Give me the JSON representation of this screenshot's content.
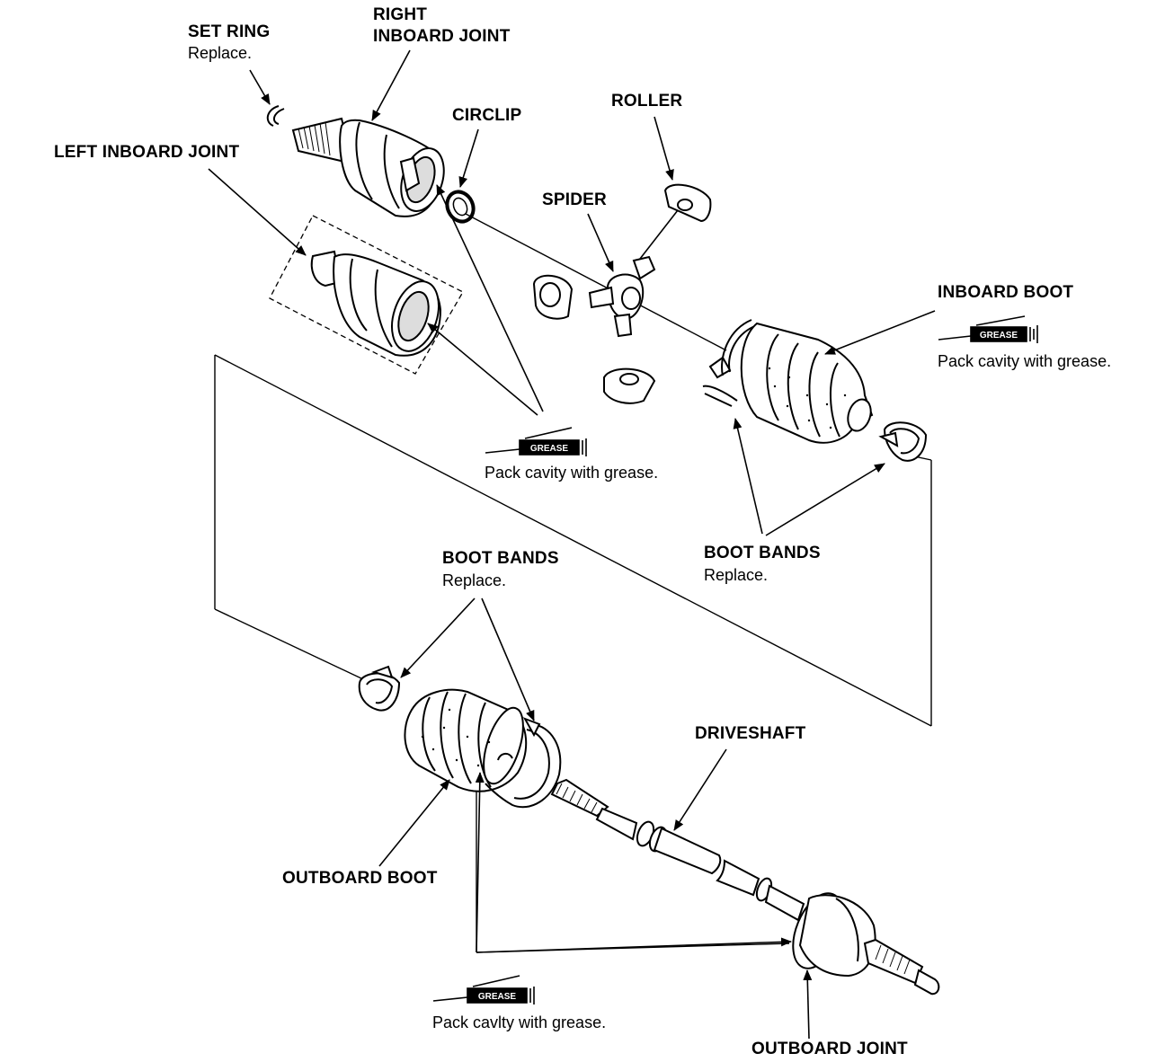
{
  "labels": {
    "set_ring": "SET RING",
    "set_ring_note": "Replace.",
    "right_inboard_joint_1": "RIGHT",
    "right_inboard_joint_2": "INBOARD JOINT",
    "circlip": "CIRCLIP",
    "roller": "ROLLER",
    "spider": "SPIDER",
    "left_inboard_joint": "LEFT INBOARD JOINT",
    "inboard_boot": "INBOARD BOOT",
    "boot_bands_upper": "BOOT BANDS",
    "boot_bands_upper_note": "Replace.",
    "boot_bands_lower": "BOOT BANDS",
    "boot_bands_lower_note": "Replace.",
    "driveshaft": "DRIVESHAFT",
    "outboard_boot": "OUTBOARD BOOT",
    "outboard_joint": "OUTBOARD JOINT"
  },
  "grease_notes": {
    "inboard_boot": "Pack cavity with grease.",
    "inboard_joint": "Pack cavity with grease.",
    "outboard": "Pack cavlty with grease."
  },
  "grease_gun_text": {
    "inboard_boot": "GREASE",
    "inboard_joint": "GREASE",
    "outboard": "GREASE"
  },
  "colors": {
    "ink": "#000000",
    "paper": "#ffffff"
  }
}
